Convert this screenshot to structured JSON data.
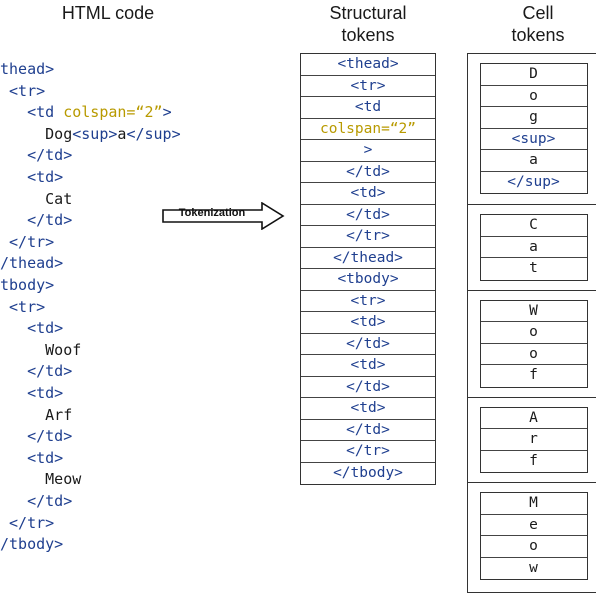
{
  "headings": {
    "html_code": "HTML code",
    "structural_tokens": [
      "Structural",
      "tokens"
    ],
    "cell_tokens": [
      "Cell",
      "tokens"
    ]
  },
  "code_lines": [
    [
      {
        "t": "thead>",
        "k": "tag"
      }
    ],
    [
      {
        "t": " <tr>",
        "k": "tag"
      }
    ],
    [
      {
        "t": "   <td ",
        "k": "tag"
      },
      {
        "t": "colspan=“2”",
        "k": "attr"
      },
      {
        "t": ">",
        "k": "tag"
      }
    ],
    [
      {
        "t": "     Dog",
        "k": "txt"
      },
      {
        "t": "<sup>",
        "k": "tag"
      },
      {
        "t": "a",
        "k": "txt"
      },
      {
        "t": "</sup>",
        "k": "tag"
      }
    ],
    [
      {
        "t": "   </td>",
        "k": "tag"
      }
    ],
    [
      {
        "t": "   <td>",
        "k": "tag"
      }
    ],
    [
      {
        "t": "     Cat",
        "k": "txt"
      }
    ],
    [
      {
        "t": "   </td>",
        "k": "tag"
      }
    ],
    [
      {
        "t": " </tr>",
        "k": "tag"
      }
    ],
    [
      {
        "t": "/thead>",
        "k": "tag"
      }
    ],
    [
      {
        "t": "tbody>",
        "k": "tag"
      }
    ],
    [
      {
        "t": " <tr>",
        "k": "tag"
      }
    ],
    [
      {
        "t": "   <td>",
        "k": "tag"
      }
    ],
    [
      {
        "t": "     Woof",
        "k": "txt"
      }
    ],
    [
      {
        "t": "   </td>",
        "k": "tag"
      }
    ],
    [
      {
        "t": "   <td>",
        "k": "tag"
      }
    ],
    [
      {
        "t": "     Arf",
        "k": "txt"
      }
    ],
    [
      {
        "t": "   </td>",
        "k": "tag"
      }
    ],
    [
      {
        "t": "   <td>",
        "k": "tag"
      }
    ],
    [
      {
        "t": "     Meow",
        "k": "txt"
      }
    ],
    [
      {
        "t": "   </td>",
        "k": "tag"
      }
    ],
    [
      {
        "t": " </tr>",
        "k": "tag"
      }
    ],
    [
      {
        "t": "/tbody>",
        "k": "tag"
      }
    ]
  ],
  "arrow_label": "Tokenization",
  "structural_tokens": [
    {
      "t": "<thead>",
      "k": "tag"
    },
    {
      "t": "<tr>",
      "k": "tag"
    },
    {
      "t": "<td",
      "k": "tag"
    },
    {
      "t": "colspan=“2”",
      "k": "attr"
    },
    {
      "t": ">",
      "k": "tag"
    },
    {
      "t": "</td>",
      "k": "tag"
    },
    {
      "t": "<td>",
      "k": "tag"
    },
    {
      "t": "</td>",
      "k": "tag"
    },
    {
      "t": "</tr>",
      "k": "tag"
    },
    {
      "t": "</thead>",
      "k": "tag"
    },
    {
      "t": "<tbody>",
      "k": "tag"
    },
    {
      "t": "<tr>",
      "k": "tag"
    },
    {
      "t": "<td>",
      "k": "tag"
    },
    {
      "t": "</td>",
      "k": "tag"
    },
    {
      "t": "<td>",
      "k": "tag"
    },
    {
      "t": "</td>",
      "k": "tag"
    },
    {
      "t": "<td>",
      "k": "tag"
    },
    {
      "t": "</td>",
      "k": "tag"
    },
    {
      "t": "</tr>",
      "k": "tag"
    },
    {
      "t": "</tbody>",
      "k": "tag"
    }
  ],
  "cell_groups": [
    [
      {
        "t": "D",
        "k": "txt"
      },
      {
        "t": "o",
        "k": "txt"
      },
      {
        "t": "g",
        "k": "txt"
      },
      {
        "t": "<sup>",
        "k": "tag"
      },
      {
        "t": "a",
        "k": "txt"
      },
      {
        "t": "</sup>",
        "k": "tag"
      }
    ],
    [
      {
        "t": "C",
        "k": "txt"
      },
      {
        "t": "a",
        "k": "txt"
      },
      {
        "t": "t",
        "k": "txt"
      }
    ],
    [
      {
        "t": "W",
        "k": "txt"
      },
      {
        "t": "o",
        "k": "txt"
      },
      {
        "t": "o",
        "k": "txt"
      },
      {
        "t": "f",
        "k": "txt"
      }
    ],
    [
      {
        "t": "A",
        "k": "txt"
      },
      {
        "t": "r",
        "k": "txt"
      },
      {
        "t": "f",
        "k": "txt"
      }
    ],
    [
      {
        "t": "M",
        "k": "txt"
      },
      {
        "t": "e",
        "k": "txt"
      },
      {
        "t": "o",
        "k": "txt"
      },
      {
        "t": "w",
        "k": "txt"
      }
    ]
  ],
  "colors": {
    "tag": "#1f3f8f",
    "attr": "#b89a00",
    "text": "#1a1a1a"
  }
}
